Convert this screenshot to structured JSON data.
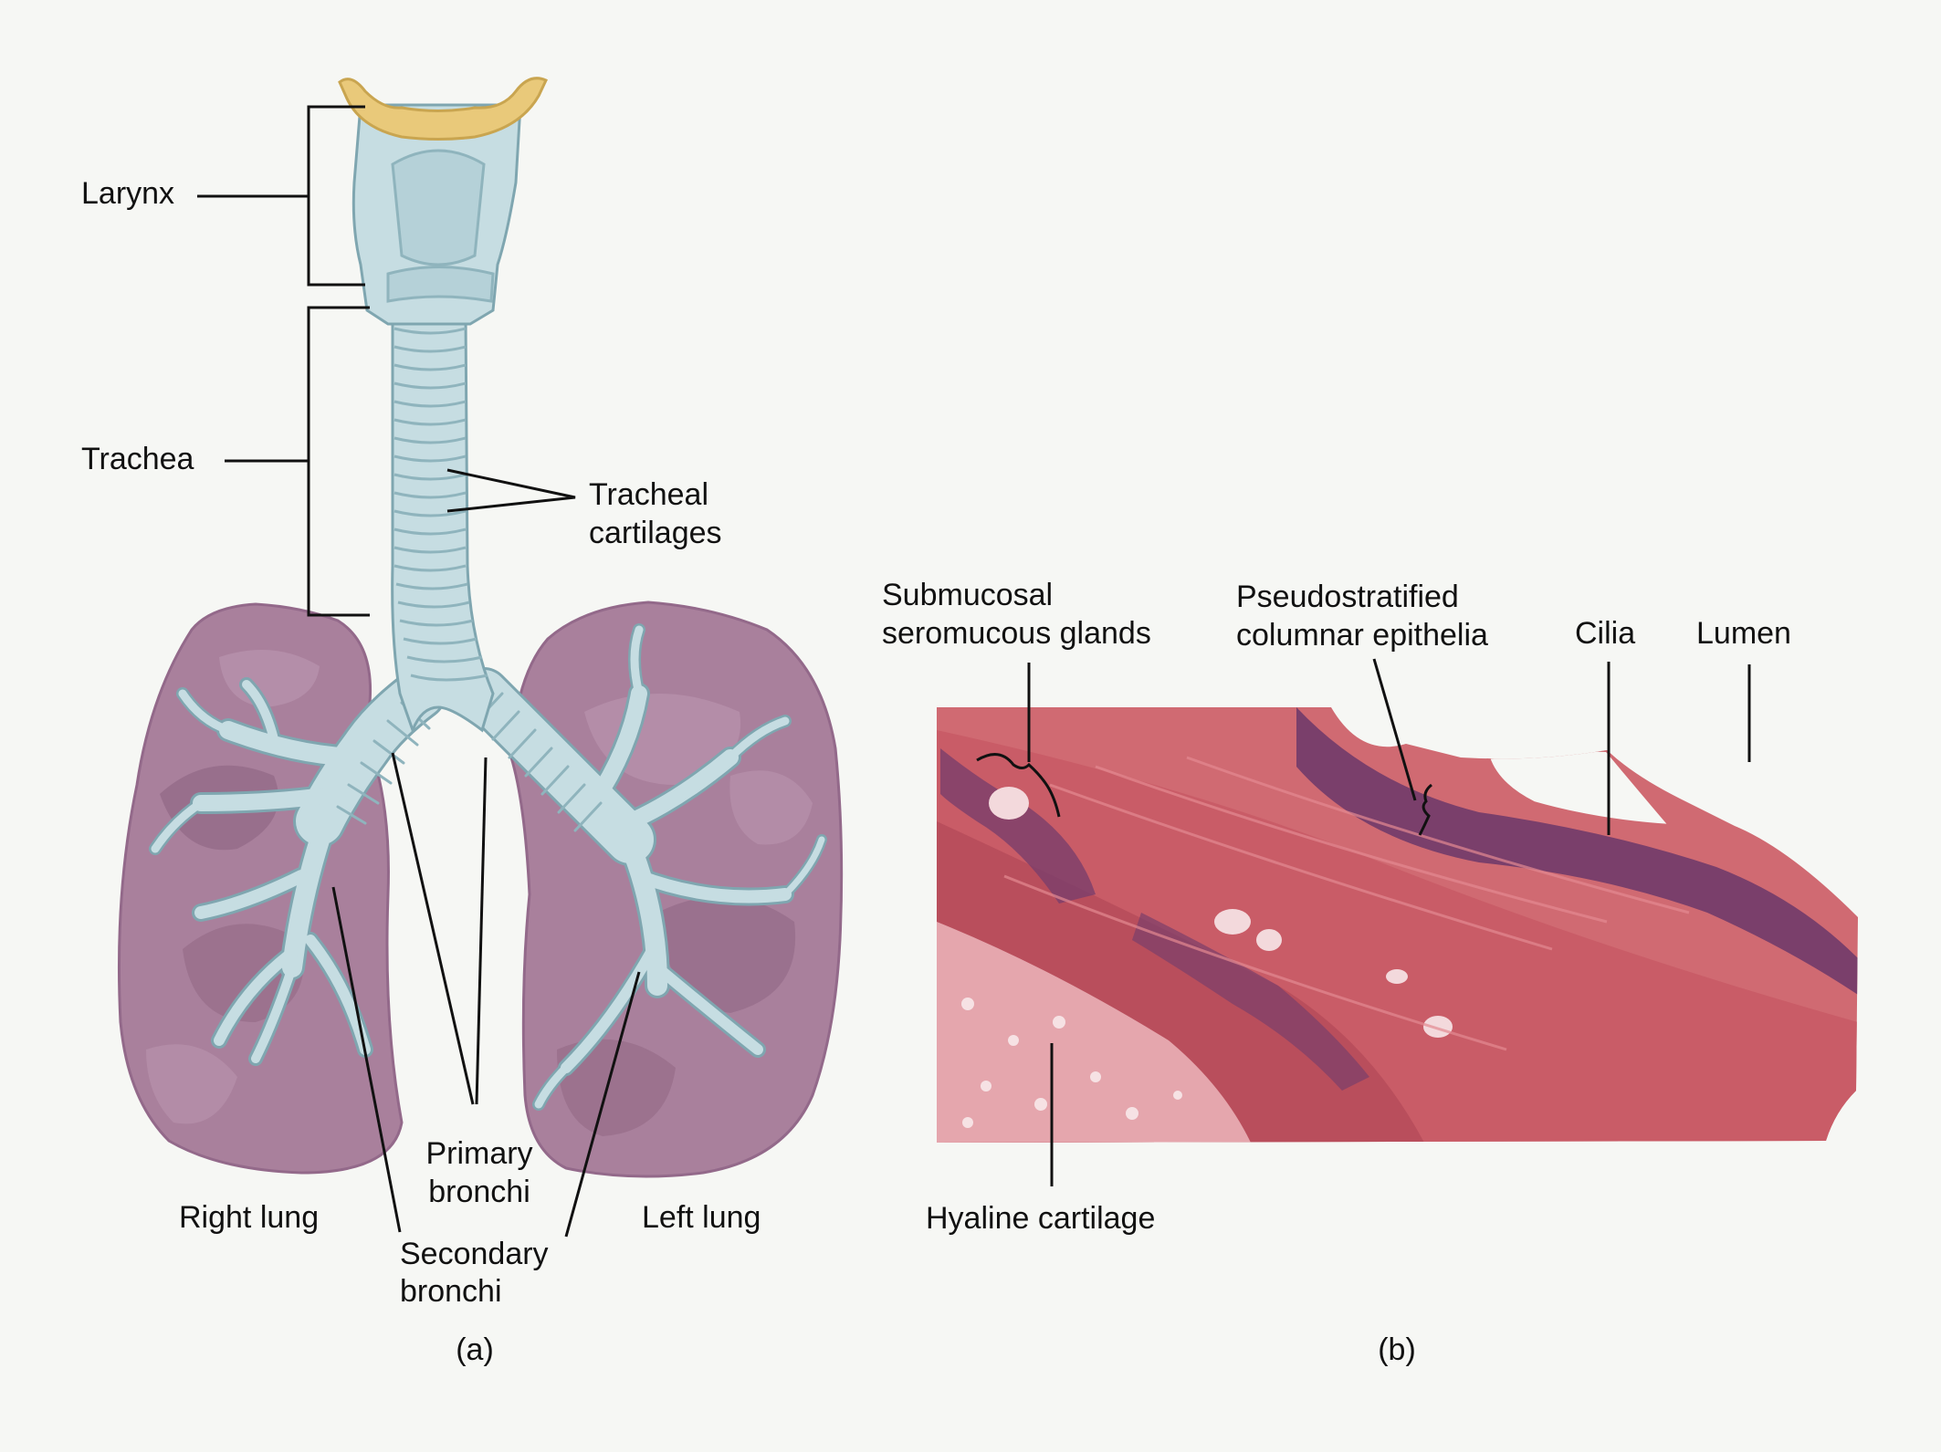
{
  "colors": {
    "background": "#f6f7f4",
    "airway": "#c6dde2",
    "airway_edge": "#7fa6b0",
    "larynx_cartilage": "#e9c97a",
    "lung": "#a9809c",
    "lung_dark": "#8b617f",
    "tissue": "#d06a72",
    "tissue_dark": "#7a3f6b",
    "cartilage_tissue": "#e5a6ad",
    "leader": "#111111"
  },
  "labels": {
    "larynx": "Larynx",
    "trachea": "Trachea",
    "tracheal_cartilages": [
      "Tracheal",
      "cartilages"
    ],
    "primary_bronchi": [
      "Primary",
      "bronchi"
    ],
    "secondary_bronchi": [
      "Secondary",
      "bronchi"
    ],
    "right_lung": "Right lung",
    "left_lung": "Left lung",
    "submucosal_glands": [
      "Submucosal",
      "seromucous glands"
    ],
    "pseudostratified": [
      "Pseudostratified",
      "columnar epithelia"
    ],
    "cilia": "Cilia",
    "lumen": "Lumen",
    "hyaline_cartilage": "Hyaline cartilage"
  },
  "panels": {
    "a": "(a)",
    "b": "(b)"
  }
}
